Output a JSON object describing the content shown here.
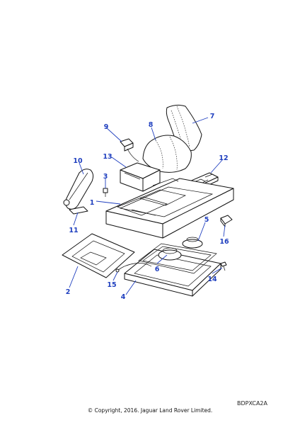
{
  "callouts": [
    {
      "id": "1",
      "label": "1"
    },
    {
      "id": "2",
      "label": "2"
    },
    {
      "id": "3",
      "label": "3"
    },
    {
      "id": "4",
      "label": "4"
    },
    {
      "id": "5",
      "label": "5"
    },
    {
      "id": "6",
      "label": "6"
    },
    {
      "id": "7",
      "label": "7"
    },
    {
      "id": "8",
      "label": "8"
    },
    {
      "id": "9",
      "label": "9"
    },
    {
      "id": "10",
      "label": "10"
    },
    {
      "id": "11",
      "label": "11"
    },
    {
      "id": "12",
      "label": "12"
    },
    {
      "id": "13",
      "label": "13"
    },
    {
      "id": "14",
      "label": "14"
    },
    {
      "id": "15",
      "label": "15"
    },
    {
      "id": "16",
      "label": "16"
    }
  ],
  "diagram_code": "BDPXCA2A",
  "copyright": "© Copyright, 2016. Jaguar Land Rover Limited.",
  "colors": {
    "callout": "#1f3fbf",
    "line": "#111111"
  }
}
